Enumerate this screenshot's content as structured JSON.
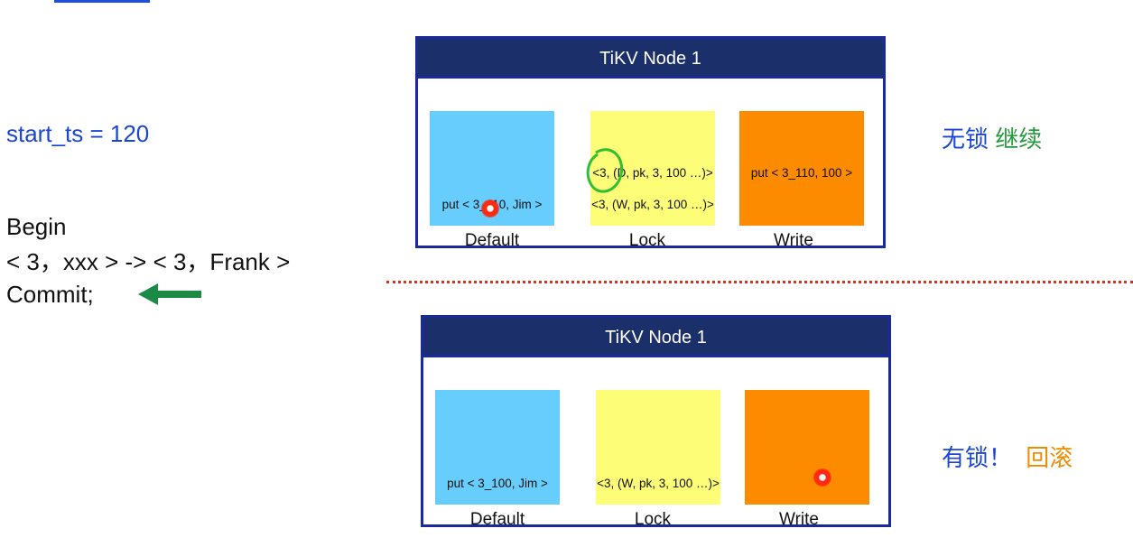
{
  "left_panel": {
    "start_ts": "start_ts = 120",
    "code_lines": [
      "Begin",
      "< 3，xxx > -> < 3，Frank >",
      "Commit;"
    ]
  },
  "node_top": {
    "title": "TiKV Node 1",
    "default_value": "put < 3_110, Jim >",
    "lock_values": [
      "<3, (D, pk, 3, 100 …)>",
      "<3, (W, pk, 3, 100 …)>"
    ],
    "write_value": "put < 3_110, 100 >",
    "labels": {
      "default": "Default",
      "lock": "Lock",
      "write": "Write"
    }
  },
  "node_bottom": {
    "title": "TiKV Node 1",
    "default_value": "put < 3_100, Jim >",
    "lock_value": "<3, (W, pk, 3, 100 …)>",
    "labels": {
      "default": "Default",
      "lock": "Lock",
      "write": "Write"
    }
  },
  "annotations": {
    "top_part1": "无锁",
    "top_part2": "继续",
    "bottom_part1": "有锁！",
    "bottom_part2": "回滚"
  },
  "colors": {
    "text_blue": "#1b46d4",
    "green": "#24993b",
    "orange": "#f08c00",
    "divider": "#e0301e",
    "node_header": "#1b2f6a",
    "cf_default": "#67cdfc",
    "cf_lock": "#fdfd78",
    "cf_write": "#fc8b00"
  }
}
